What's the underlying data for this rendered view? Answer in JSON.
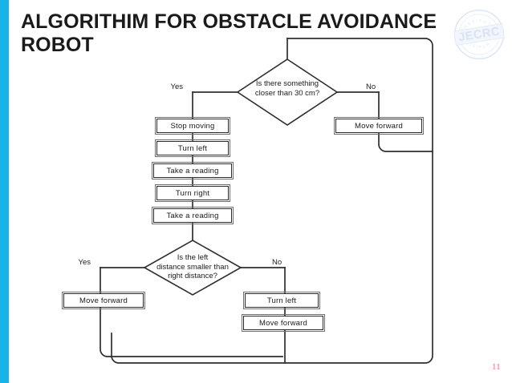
{
  "slide": {
    "title": "ALGORITHIM FOR OBSTACLE AVOIDANCE ROBOT",
    "page_number": "11",
    "accent_color": "#16b4e8",
    "page_number_color": "#f4697a",
    "background_color": "#ffffff"
  },
  "logo": {
    "name": "jecrc-stamp-logo",
    "text": "JECRC",
    "top_arc_text": "INSTITUTE",
    "bottom_arc_text": "JAIPUR",
    "color": "#ccd9ef"
  },
  "flowchart": {
    "decision1": {
      "text": "Is there something\ncloser than 30 cm?",
      "yes_label": "Yes",
      "no_label": "No"
    },
    "decision2": {
      "text": "Is the left\ndistance smaller than\nright distance?",
      "yes_label": "Yes",
      "no_label": "No"
    },
    "boxes": {
      "stop_moving": "Stop moving",
      "turn_left_1": "Turn left",
      "take_reading_1": "Take a reading",
      "turn_right": "Turn right",
      "take_reading_2": "Take a reading",
      "move_forward_right": "Move forward",
      "move_forward_yes": "Move forward",
      "turn_left_2": "Turn left",
      "move_forward_no": "Move forward"
    },
    "line_color": "#2f2f2f"
  }
}
